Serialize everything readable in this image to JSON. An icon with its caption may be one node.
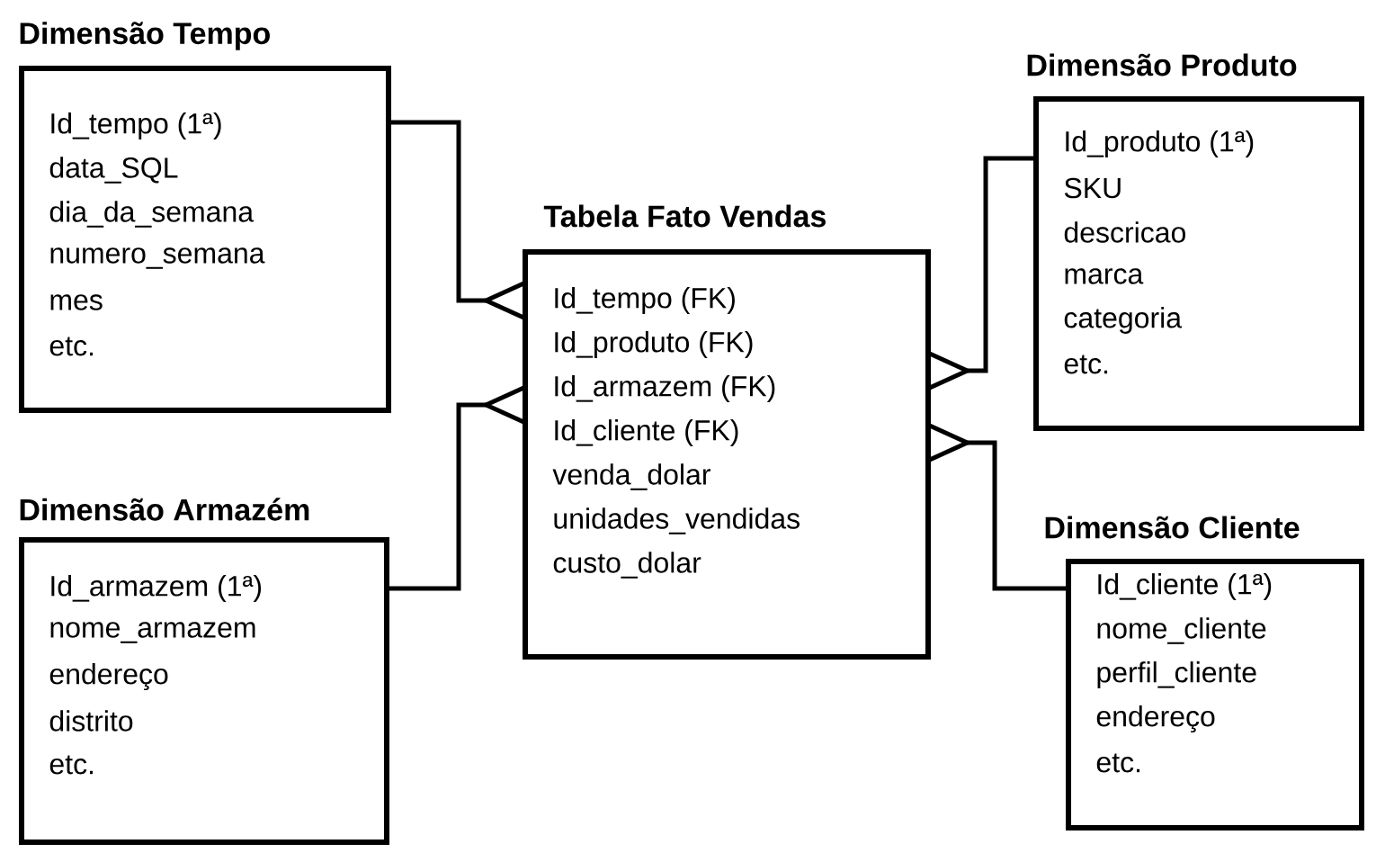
{
  "diagram": {
    "nodes": [
      {
        "text": [
          "Dimensão Tempo",
          "Id_tempo (1ª)",
          "data_SQL",
          "dia_da_semana",
          "numero_semana",
          "mes",
          "etc."
        ]
      },
      {
        "text": [
          "Dimensão Produto",
          "Id_produto (1ª)",
          "SKU",
          "descricao",
          "marca",
          "categoria",
          "etc."
        ]
      },
      {
        "text": [
          "Tabela Fato Vendas",
          "Id_tempo (FK)",
          "Id_produto (FK)",
          "Id_armazem (FK)",
          "Id_cliente (FK)",
          "venda_dolar",
          "unidades_vendidas",
          "custo_dolar"
        ]
      },
      {
        "text": [
          "Dimensão Armazém",
          "Id_armazem (1ª)",
          "nome_armazem",
          "endereço",
          "distrito",
          "etc."
        ]
      },
      {
        "text": [
          "Dimensão Cliente",
          "Id_cliente (1ª)",
          "nome_cliente",
          "perfil_cliente",
          "endereço",
          "etc."
        ]
      }
    ],
    "edges": [
      {
        "from": 0,
        "to": 2,
        "arrow": "other"
      },
      {
        "from": 1,
        "to": 2,
        "arrow": "other"
      },
      {
        "from": 3,
        "to": 2,
        "arrow": "other"
      },
      {
        "from": 4,
        "to": 2,
        "arrow": "other"
      }
    ]
  }
}
